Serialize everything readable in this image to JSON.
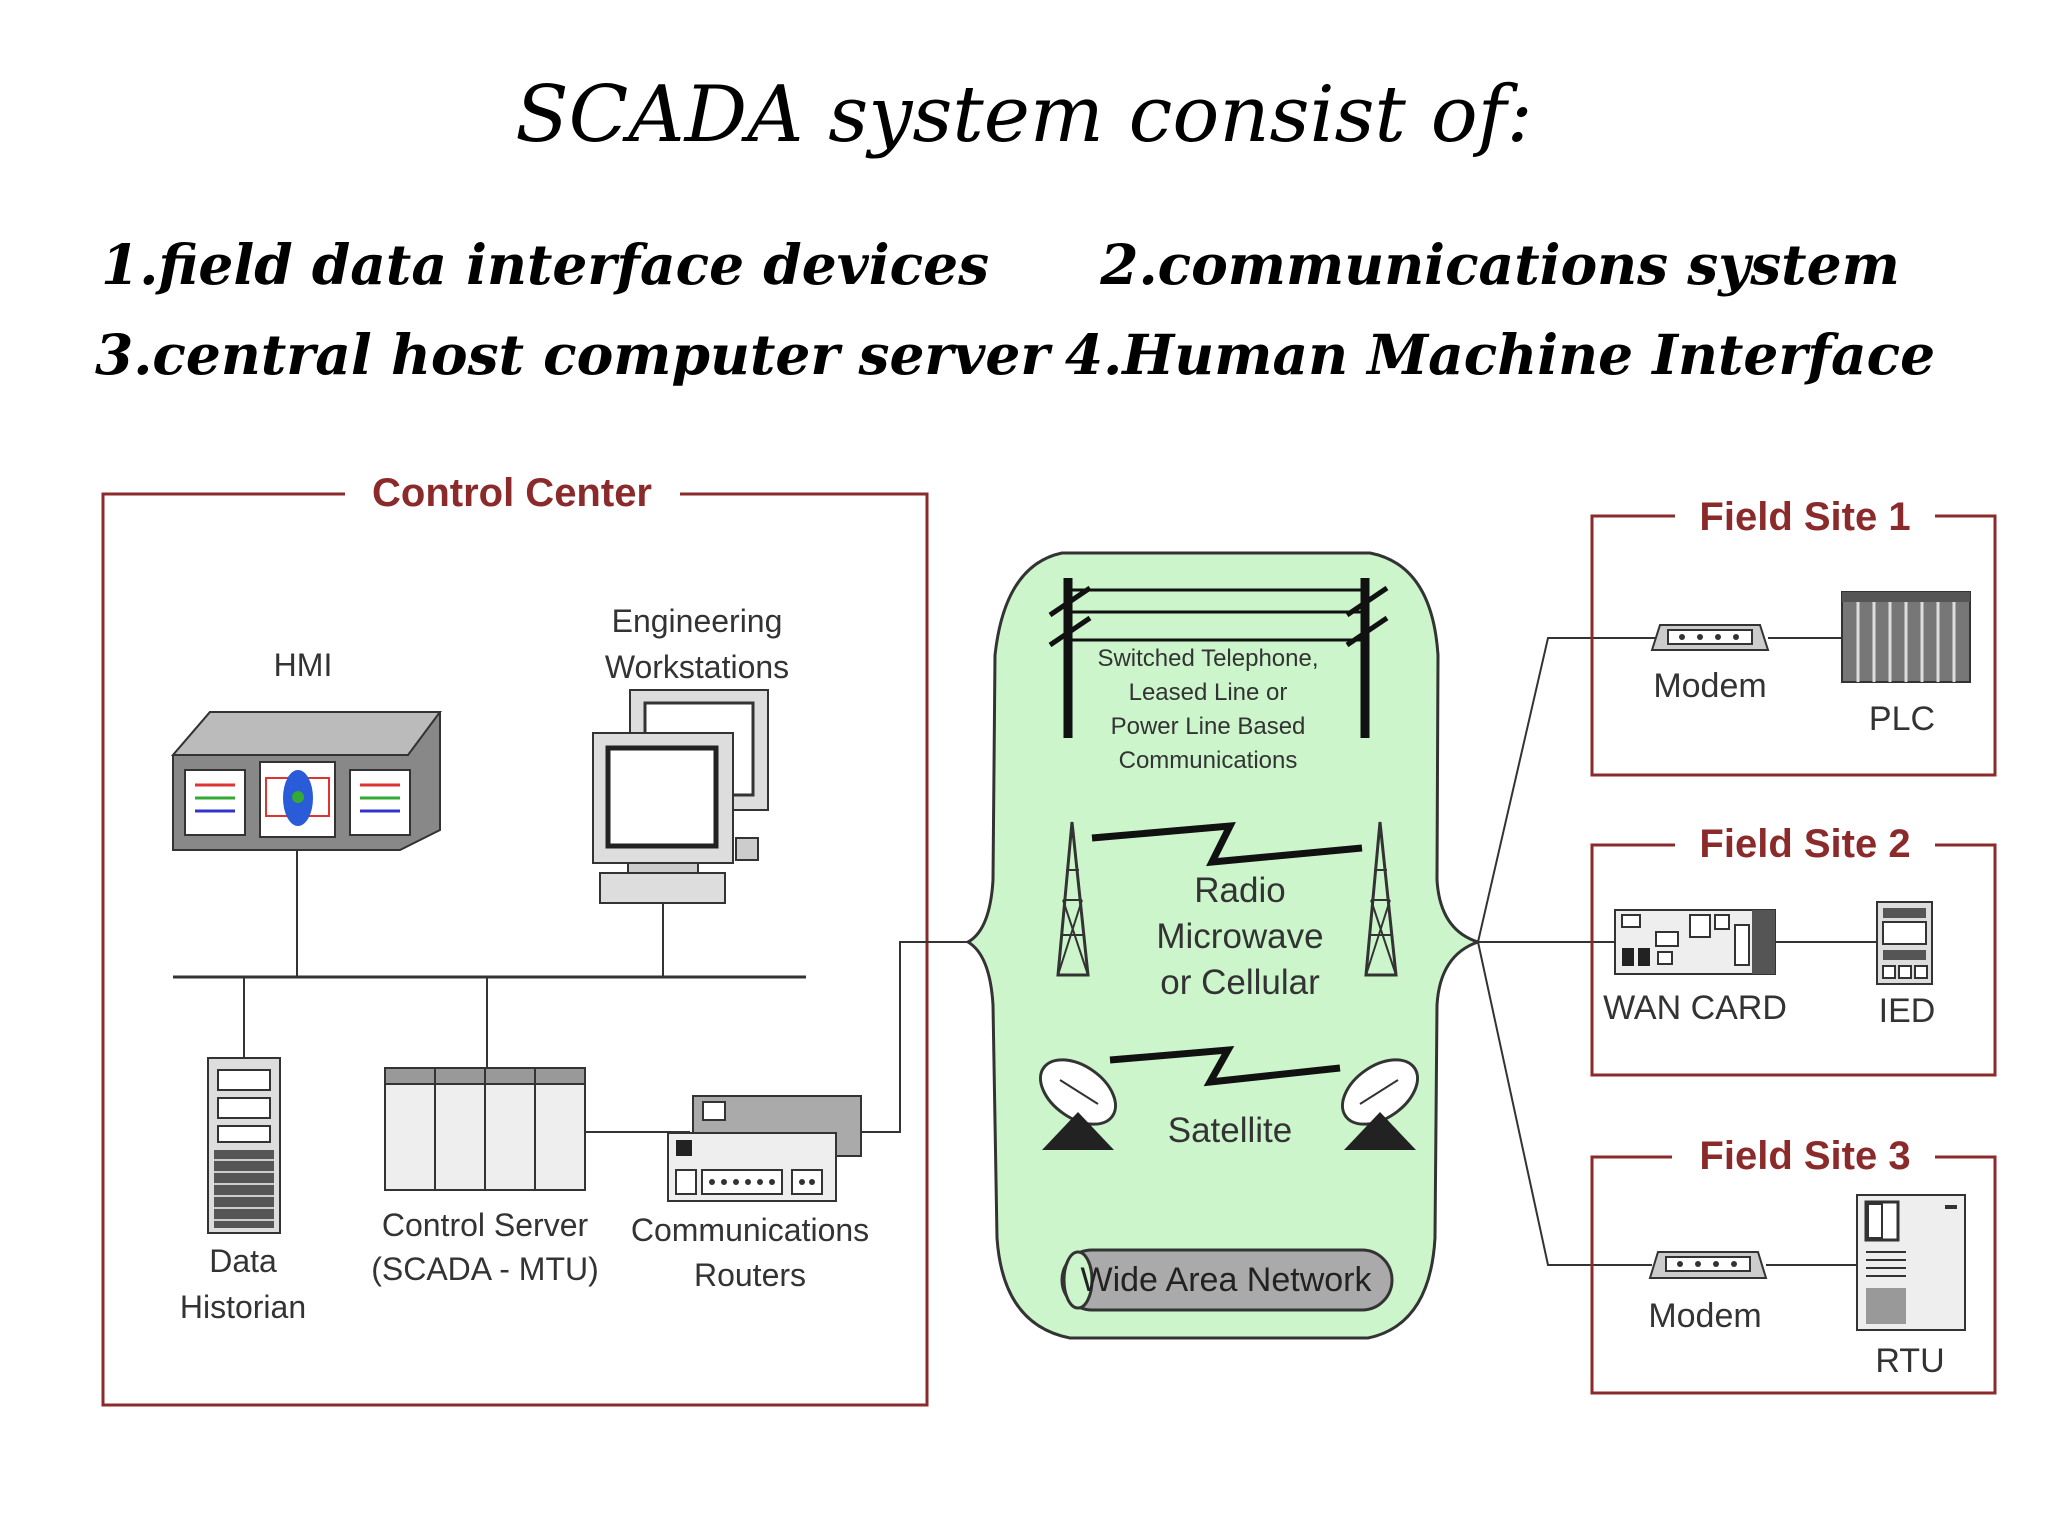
{
  "title": "SCADA system consist of:",
  "items": [
    "1.field data interface devices",
    "2.communications system",
    "3.central host computer server",
    "4.Human Machine Interface"
  ],
  "control_center": {
    "title": "Control Center",
    "hmi": "HMI",
    "eng_line1": "Engineering",
    "eng_line2": "Workstations",
    "historian_line1": "Data",
    "historian_line2": "Historian",
    "server_line1": "Control Server",
    "server_line2": "(SCADA - MTU)",
    "routers_line1": "Communications",
    "routers_line2": "Routers"
  },
  "wan": {
    "telephone_line1": "Switched Telephone,",
    "telephone_line2": "Leased Line or",
    "telephone_line3": "Power Line Based",
    "telephone_line4": "Communications",
    "radio_line1": "Radio",
    "radio_line2": "Microwave",
    "radio_line3": "or Cellular",
    "satellite": "Satellite",
    "label": "Wide Area Network"
  },
  "field_sites": [
    {
      "title": "Field Site 1",
      "device1": "Modem",
      "device2": "PLC"
    },
    {
      "title": "Field Site 2",
      "device1": "WAN CARD",
      "device2": "IED"
    },
    {
      "title": "Field Site 3",
      "device1": "Modem",
      "device2": "RTU"
    }
  ],
  "colors": {
    "border": "#8b2a2a",
    "title_red": "#8b2a2a",
    "wan_fill": "#ccf5cc"
  }
}
